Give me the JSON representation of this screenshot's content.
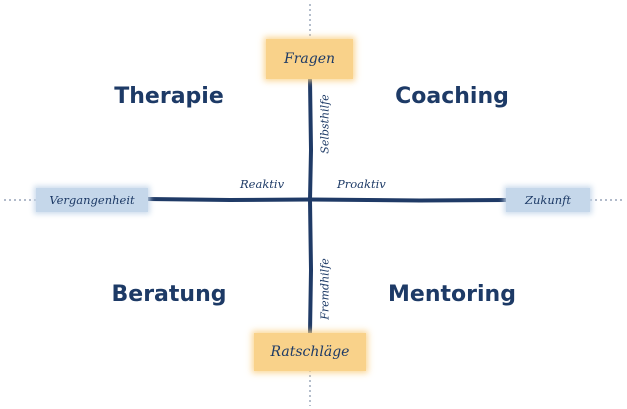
{
  "poles": {
    "top": "Fragen",
    "bottom": "Ratschläge",
    "left": "Vergangenheit",
    "right": "Zukunft"
  },
  "axis_labels": {
    "left": "Reaktiv",
    "right": "Proaktiv",
    "up": "Selbsthilfe",
    "down": "Fremdhilfe"
  },
  "quadrants": {
    "top_left": "Therapie",
    "top_right": "Coaching",
    "bottom_left": "Beratung",
    "bottom_right": "Mentoring"
  },
  "colors": {
    "text": "#1d3a66",
    "axis": "#1f3a66",
    "highlight_orange": "#f9d28a",
    "highlight_blue": "#c5d7ea"
  }
}
